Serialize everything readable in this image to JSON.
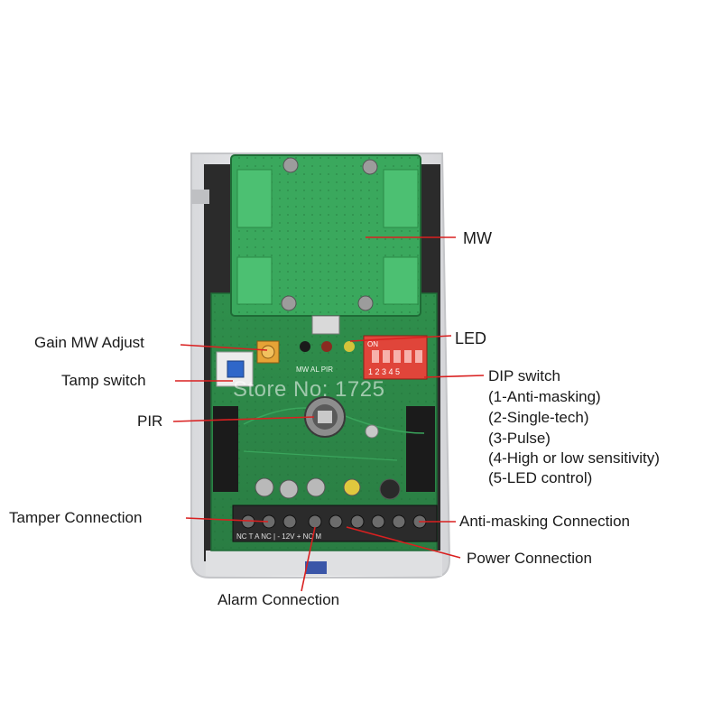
{
  "labels": {
    "mw": "MW",
    "gain_mw_adjust": "Gain MW Adjust",
    "led": "LED",
    "tamp_switch": "Tamp switch",
    "dip_switch": "DIP switch",
    "dip_options": [
      "(1-Anti-masking)",
      "(2-Single-tech)",
      "(3-Pulse)",
      "(4-High or low sensitivity)",
      "(5-LED control)"
    ],
    "pir": "PIR",
    "tamper_connection": "Tamper Connection",
    "anti_masking_connection": "Anti-masking Connection",
    "power_connection": "Power Connection",
    "alarm_connection": "Alarm Connection"
  },
  "board_text": {
    "dip_on": "ON",
    "dip_numbers": "1 2 3 4 5",
    "led_labels": "MW  AL  PIR",
    "terminal_labels": "NC  T  A  NC  |  -  12V  +  NC  M"
  },
  "watermark": "Store No: 1725",
  "colors": {
    "pcb_green": "#2e8b4a",
    "pcb_dark": "#1f6b36",
    "housing": "#e9eaec",
    "leader_line": "#d92020",
    "dip_red": "#e0453a"
  }
}
